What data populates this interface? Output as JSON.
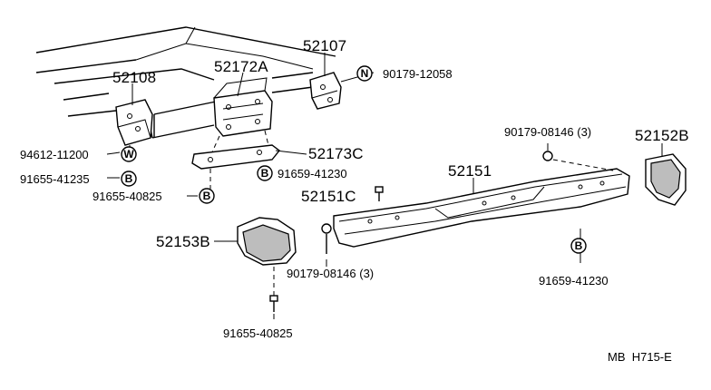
{
  "parts": {
    "bracket_front": "52107",
    "bracket_left": "52108",
    "bracket_mid": "52172A",
    "stay_lower": "52173C",
    "bumper_bar": "52151",
    "clip_bar": "52151C",
    "cover_right": "52152B",
    "cover_left": "52153B"
  },
  "fasteners": {
    "nut_top": "90179-12058",
    "washer_left": "94612-11200",
    "bolt_left": "91655-41235",
    "bolt_stay": "91659-41230",
    "bolt_mid": "91655-40825",
    "nut_right": "90179-08146 (3)",
    "nut_lower": "90179-08146 (3)",
    "bolt_right": "91659-41230",
    "bolt_bottom": "91655-40825"
  },
  "marks": {
    "n": "N",
    "w": "W",
    "b": "B"
  },
  "footer": {
    "code": "MB  H715-E"
  }
}
